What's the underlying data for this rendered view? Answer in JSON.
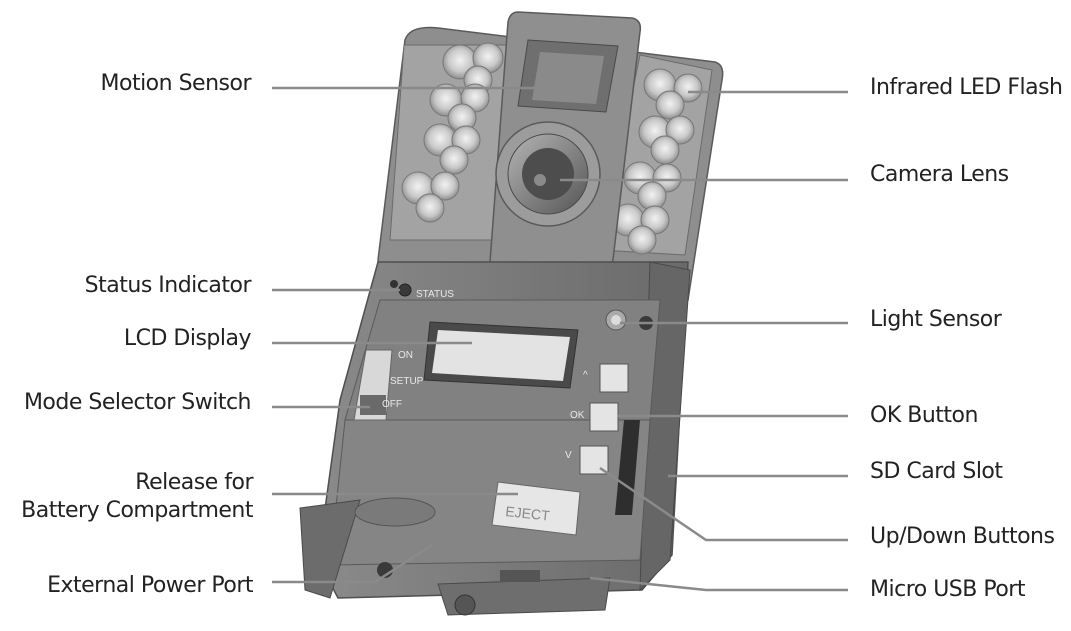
{
  "device_labels": {
    "status": "STATUS",
    "on": "ON",
    "setup": "SETUP",
    "off": "OFF",
    "up": "^",
    "ok": "OK",
    "down": "V",
    "eject": "EJECT"
  },
  "callouts_left": [
    {
      "label": "Motion Sensor"
    },
    {
      "label": "Status Indicator"
    },
    {
      "label": "LCD Display"
    },
    {
      "label": "Mode Selector Switch"
    },
    {
      "label_line1": "Release for",
      "label_line2": "Battery Compartment"
    },
    {
      "label": "External Power Port"
    }
  ],
  "callouts_right": [
    {
      "label": "Infrared LED Flash"
    },
    {
      "label": "Camera Lens"
    },
    {
      "label": "Light Sensor"
    },
    {
      "label": "OK Button"
    },
    {
      "label": "SD Card Slot"
    },
    {
      "label": "Up/Down Buttons"
    },
    {
      "label": "Micro USB Port"
    }
  ],
  "colors": {
    "body": "#7d7d7d",
    "body_dark": "#5e5e5e",
    "body_light": "#9a9a9a",
    "led": "#cfcfcf",
    "screen": "#e6e6e6",
    "leader_line": "#8a8a8a",
    "text": "#222222"
  }
}
